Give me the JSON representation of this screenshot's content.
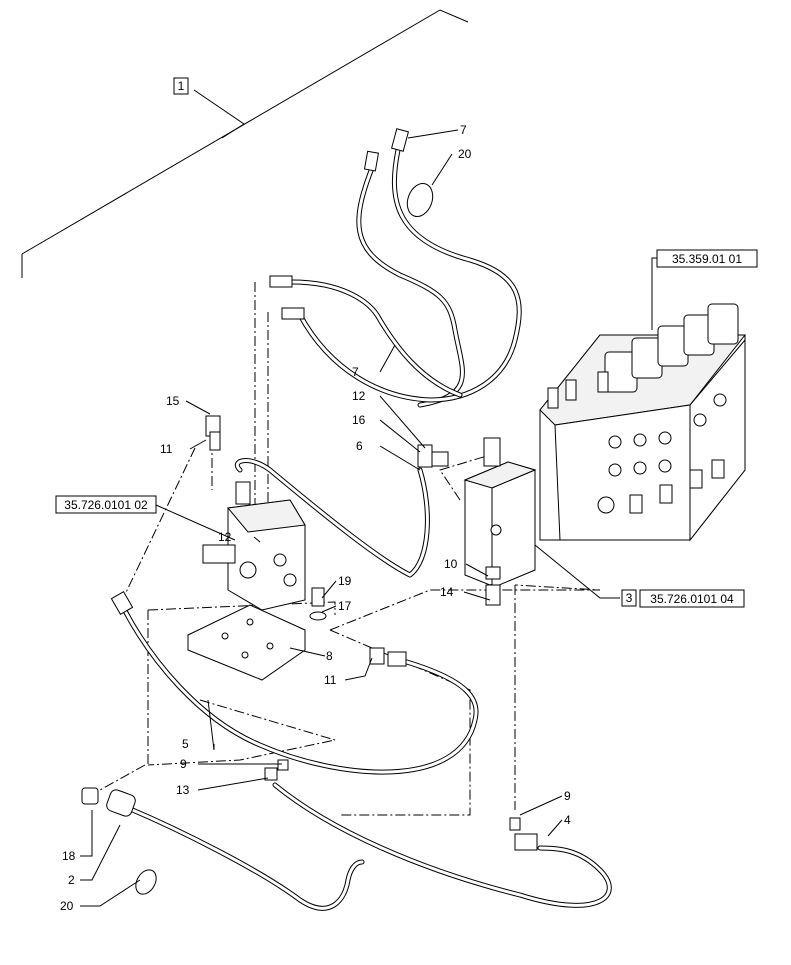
{
  "callouts": {
    "c1": "1",
    "c7a": "7",
    "c20a": "20",
    "ref_top_right": "35.359.01 01",
    "c7b": "7",
    "c12a": "12",
    "c16": "16",
    "c6": "6",
    "c15": "15",
    "c11a": "11",
    "ref_left": "35.726.0101 02",
    "c12b": "12",
    "c10": "10",
    "c19": "19",
    "c17": "17",
    "c14": "14",
    "c3": "3",
    "ref_right": "35.726.0101 04",
    "c8": "8",
    "c11b": "11",
    "c5": "5",
    "c9a": "9",
    "c13": "13",
    "c9b": "9",
    "c4": "4",
    "c18": "18",
    "c2": "2",
    "c20b": "20"
  }
}
